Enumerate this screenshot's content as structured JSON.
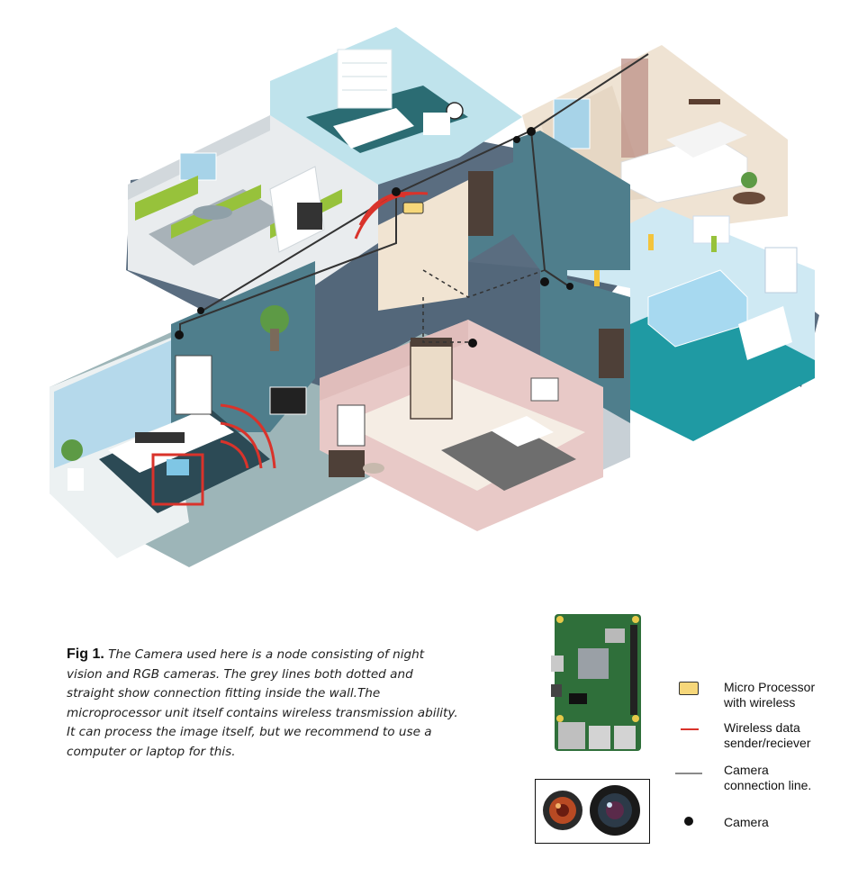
{
  "caption": {
    "label": "Fig 1.",
    "text": "The Camera used here is a node consisting of night\nvision and RGB cameras. The grey lines both dotted and\nstraight show  connection fitting inside the wall.The\nmicroprocessor unit itself contains wireless transmission ability.\nIt can process the image itself, but we recommend to use a\ncomputer or laptop for this."
  },
  "legend": [
    {
      "symbol": "yellow-box-icon",
      "label": "Micro Processor\nwith wireless",
      "color": "#f6d77a"
    },
    {
      "symbol": "red-line-icon",
      "label": "Wireless data\nsender/reciever",
      "color": "#d9332b"
    },
    {
      "symbol": "grey-line-icon",
      "label": "Camera\nconnection line.",
      "color": "#8a8a8a"
    },
    {
      "symbol": "black-dot-icon",
      "label": "Camera",
      "color": "#111111"
    }
  ],
  "colors": {
    "wall_teal": "#4f7e8c",
    "floor_slate": "#53677a",
    "signal_red": "#d9332b",
    "kitchen_green": "#97c23b",
    "bedroom_pink": "#e8c9c7",
    "living_beige": "#efe3d3",
    "bath_blue": "#bfe3ec",
    "kids_blue": "#cfe9f3"
  }
}
